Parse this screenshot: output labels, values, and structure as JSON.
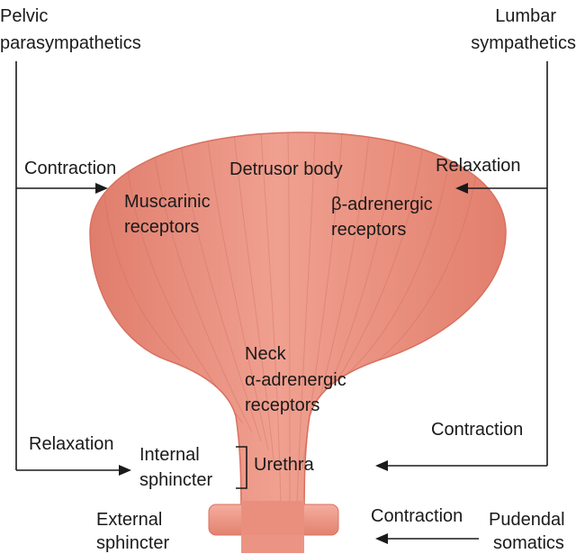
{
  "labels": {
    "pelvic_line1": "Pelvic",
    "pelvic_line2": "parasympathetics",
    "lumbar_line1": "Lumbar",
    "lumbar_line2": "sympathetics",
    "contraction_left": "Contraction",
    "relaxation_right": "Relaxation",
    "detrusor_body": "Detrusor body",
    "muscarinic_line1": "Muscarinic",
    "muscarinic_line2": "receptors",
    "beta_line1": "β-adrenergic",
    "beta_line2": "receptors",
    "neck": "Neck",
    "alpha_line1": "α-adrenergic",
    "alpha_line2": "receptors",
    "relaxation_left": "Relaxation",
    "internal_line1": "Internal",
    "internal_line2": "sphincter",
    "urethra": "Urethra",
    "contraction_right": "Contraction",
    "external_line1": "External",
    "external_line2": "sphincter",
    "contraction_bottom": "Contraction",
    "pudendal_line1": "Pudendal",
    "pudendal_line2": "somatics"
  },
  "colors": {
    "bladder_fill": "#eb8f7e",
    "bladder_edge": "#d9705f",
    "line": "#1a1a1a"
  }
}
